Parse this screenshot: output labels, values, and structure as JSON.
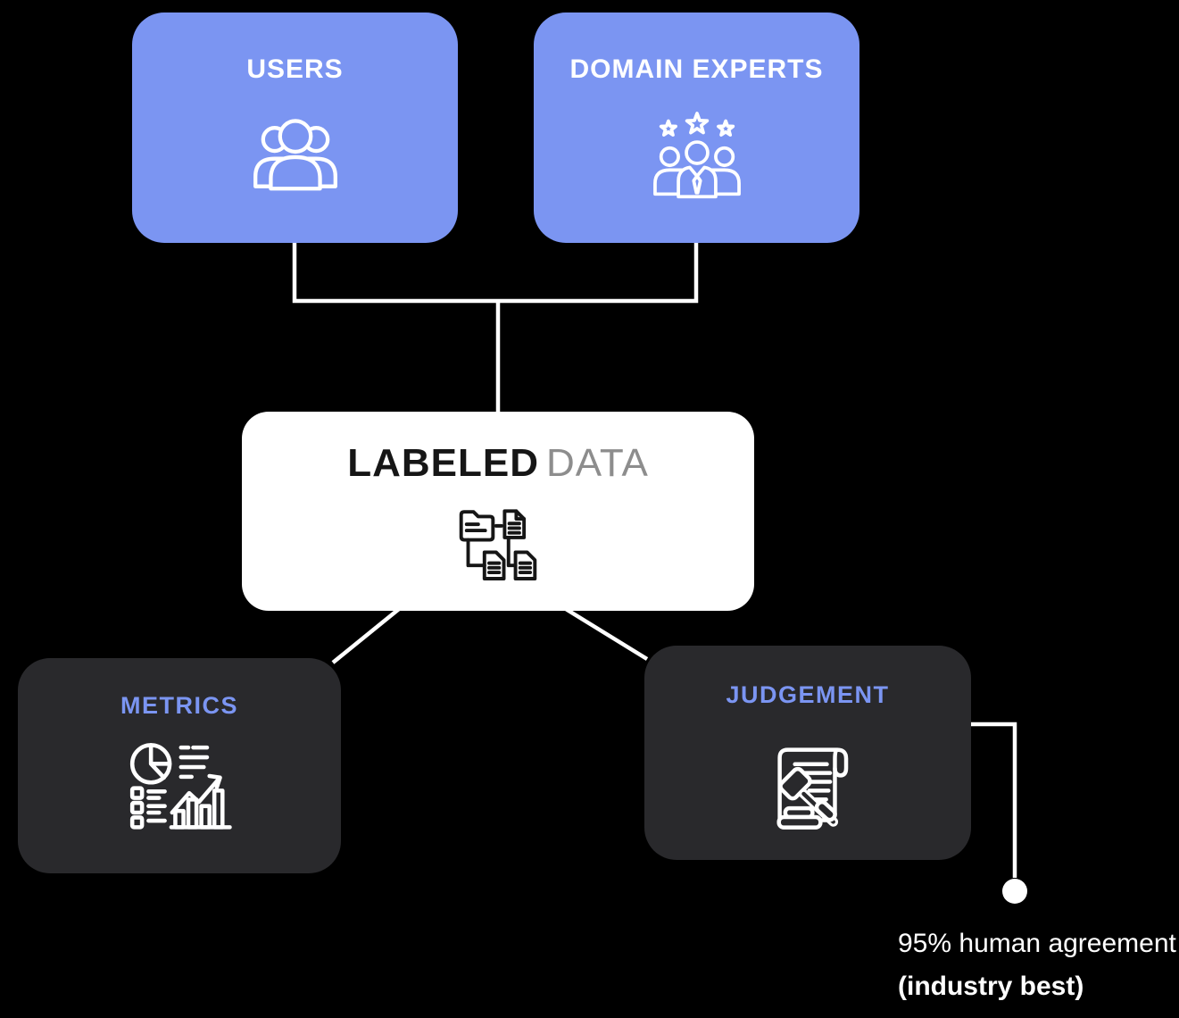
{
  "nodes": {
    "users": {
      "label": "USERS",
      "icon": "users-group-icon"
    },
    "domain_experts": {
      "label": "DOMAIN EXPERTS",
      "icon": "experts-rating-icon"
    },
    "labeled_data": {
      "label_primary": "LABELED",
      "label_secondary": "DATA",
      "icon": "folder-documents-icon"
    },
    "metrics": {
      "label": "METRICS",
      "icon": "analytics-charts-icon"
    },
    "judgement": {
      "label": "JUDGEMENT",
      "icon": "gavel-scroll-icon"
    }
  },
  "annotation": {
    "line1": "95% human agreement",
    "line2": "(industry best)"
  },
  "edges": [
    {
      "from": "users",
      "to": "labeled_data"
    },
    {
      "from": "domain_experts",
      "to": "labeled_data"
    },
    {
      "from": "labeled_data",
      "to": "metrics"
    },
    {
      "from": "labeled_data",
      "to": "judgement"
    },
    {
      "from": "judgement",
      "to": "annotation_endpoint"
    }
  ],
  "colors": {
    "background": "#000000",
    "primary_node": "#7b95f2",
    "dark_node": "#29292c",
    "light_node": "#ffffff",
    "accent_text": "#7b95f2",
    "secondary_text": "#8d8d8d",
    "connector": "#ffffff"
  }
}
